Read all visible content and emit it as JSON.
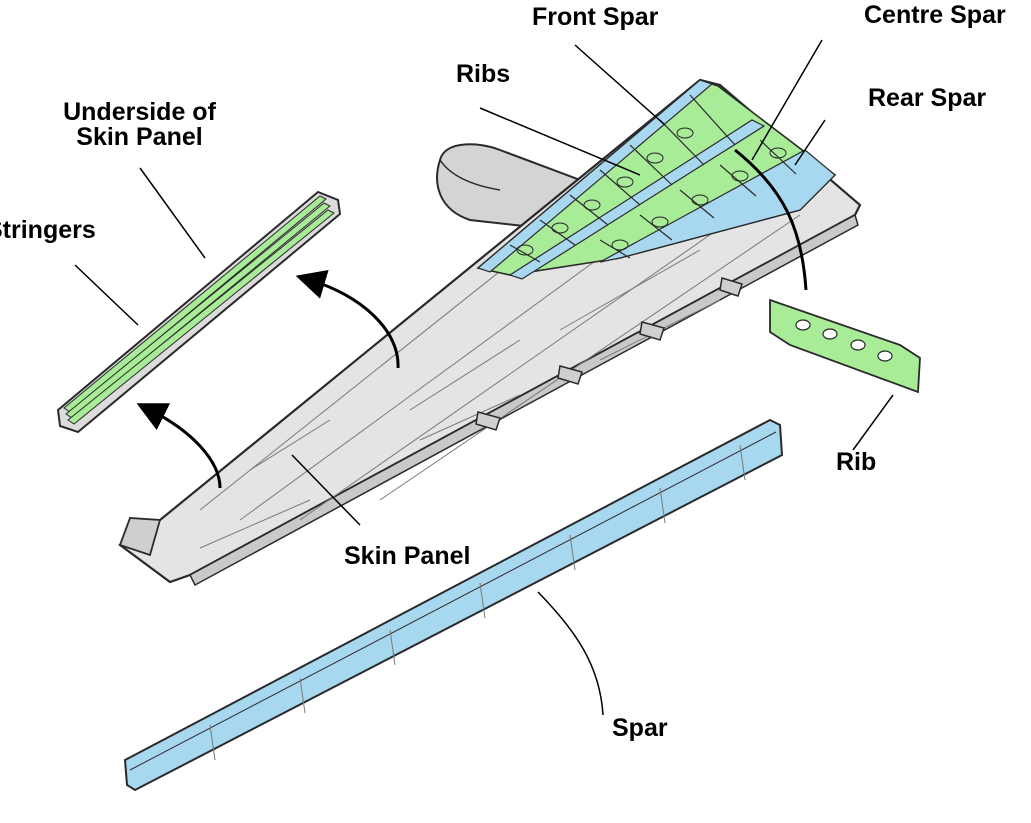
{
  "labels": {
    "front_spar": "Front Spar",
    "centre_spar": "Centre Spar",
    "ribs": "Ribs",
    "rear_spar": "Rear Spar",
    "underside_line1": "Underside of",
    "underside_line2": "Skin Panel",
    "stringers": "Stringers",
    "rib": "Rib",
    "skin_panel": "Skin Panel",
    "spar": "Spar"
  },
  "colors": {
    "skin": "#e4e4e4",
    "skin_dark": "#c9c9c9",
    "outline": "#2a2a2a",
    "rib_green": "#a8ec98",
    "spar_blue": "#a8d8f0"
  }
}
